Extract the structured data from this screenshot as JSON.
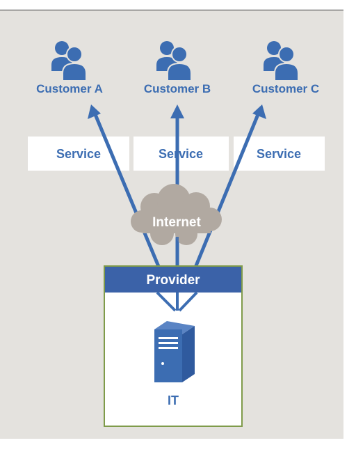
{
  "customers": [
    {
      "label": "Customer A"
    },
    {
      "label": "Customer B"
    },
    {
      "label": "Customer C"
    }
  ],
  "services": [
    {
      "label": "Service"
    },
    {
      "label": "Service"
    },
    {
      "label": "Service"
    }
  ],
  "cloud": {
    "label": "Internet"
  },
  "provider": {
    "header": "Provider",
    "server_label": "IT"
  },
  "colors": {
    "background": "#e4e2de",
    "accent_blue": "#3c6db2",
    "provider_header": "#3b62a8",
    "provider_border": "#7f9b4a",
    "cloud_fill": "#b1a9a1",
    "service_box": "#ffffff",
    "top_line": "#7a7a7a"
  },
  "icons": {
    "customer": "people-group-icon",
    "server": "server-tower-icon",
    "cloud": "cloud-icon"
  }
}
